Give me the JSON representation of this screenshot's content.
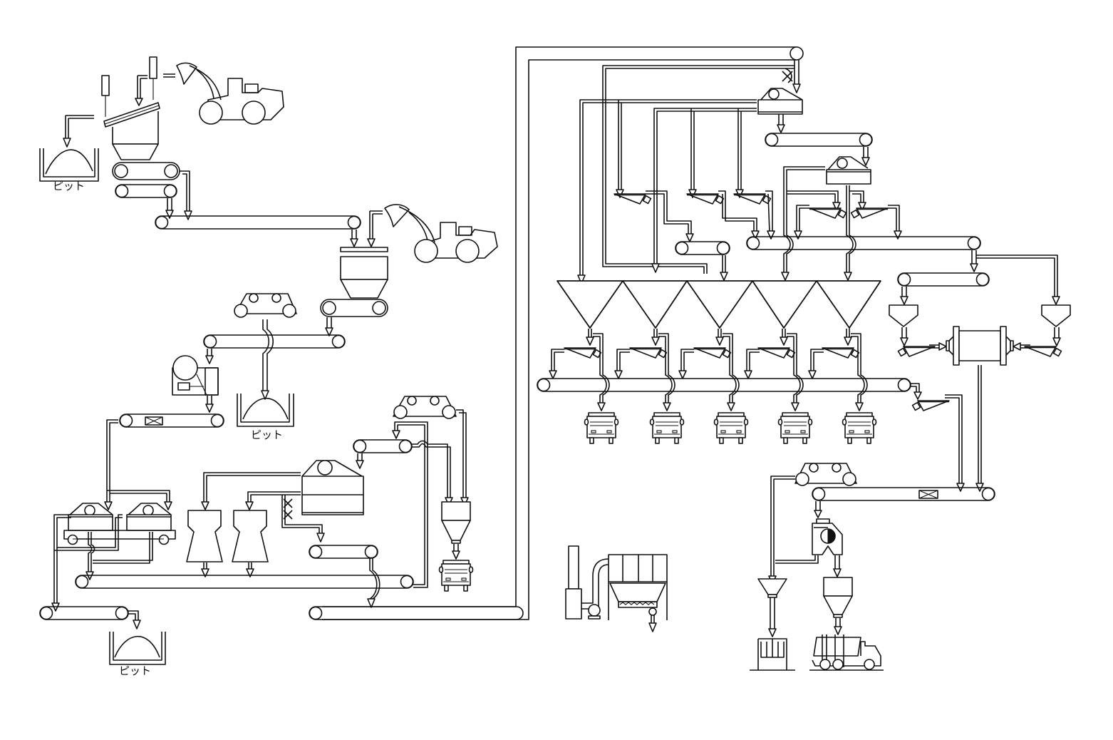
{
  "diagram": {
    "colors": {
      "line": "#111111",
      "background": "#ffffff"
    },
    "labels": {
      "pit_1": "ピット",
      "pit_2": "ピット",
      "pit_3": "ピット"
    },
    "icons": [
      "wheel-loader-icon",
      "feed-hopper-icon",
      "inclined-screen-icon",
      "belt-conveyor-icon",
      "stockpile-pit-icon",
      "magnetic-separator-icon",
      "crusher-icon",
      "vibrating-screen-icon",
      "hydrocyclone-icon",
      "storage-silo-icon",
      "dump-truck-icon",
      "surge-bin-icon",
      "vibrating-feeder-icon",
      "ball-mill-icon",
      "classifier-icon",
      "bag-filter-icon",
      "stack-icon",
      "belt-scale-icon",
      "container-icon",
      "flow-arrow-icon"
    ]
  }
}
